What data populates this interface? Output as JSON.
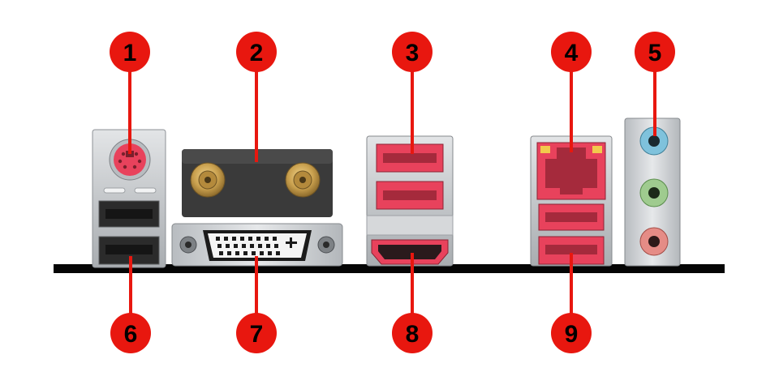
{
  "diagram": {
    "colors": {
      "badge": "#e8170f",
      "pointer": "#e8170f",
      "port_red": "#e8425c",
      "metal": "#c9cccf",
      "baseline": "#050505",
      "audio_blue": "#7fc2dc",
      "audio_green": "#9fcb8f",
      "audio_pink": "#e58c86"
    },
    "callouts": [
      {
        "label": "1",
        "target": "ps2-port"
      },
      {
        "label": "2",
        "target": "wifi-antenna-connectors"
      },
      {
        "label": "3",
        "target": "usb-stack-upper"
      },
      {
        "label": "4",
        "target": "lan-port"
      },
      {
        "label": "5",
        "target": "audio-jacks"
      },
      {
        "label": "6",
        "target": "usb-stack-lower-left"
      },
      {
        "label": "7",
        "target": "dvi-port"
      },
      {
        "label": "8",
        "target": "hdmi-port"
      },
      {
        "label": "9",
        "target": "usb-stack-lower-right"
      }
    ]
  }
}
